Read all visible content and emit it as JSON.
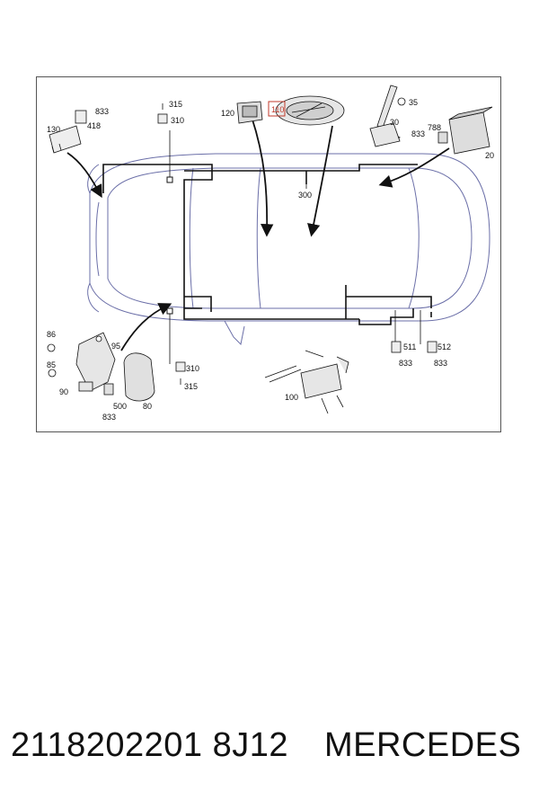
{
  "diagram": {
    "callouts": {
      "c130": "130",
      "c418": "418",
      "c833a": "833",
      "c315a": "315",
      "c310a": "310",
      "c120": "120",
      "c110": "110",
      "c35": "35",
      "c30": "30",
      "c788": "788",
      "c833b": "833",
      "c20": "20",
      "c300": "300",
      "c86": "86",
      "c95": "95",
      "c85": "85",
      "c90": "90",
      "c500": "500",
      "c833c": "833",
      "c80": "80",
      "c310b": "310",
      "c315b": "315",
      "c100": "100",
      "c511": "511",
      "c833d": "833",
      "c512": "512",
      "c833e": "833"
    },
    "highlight_color": "#c0392b"
  },
  "caption": {
    "part_number": "2118202201 8J12",
    "brand": "MERCEDES"
  }
}
